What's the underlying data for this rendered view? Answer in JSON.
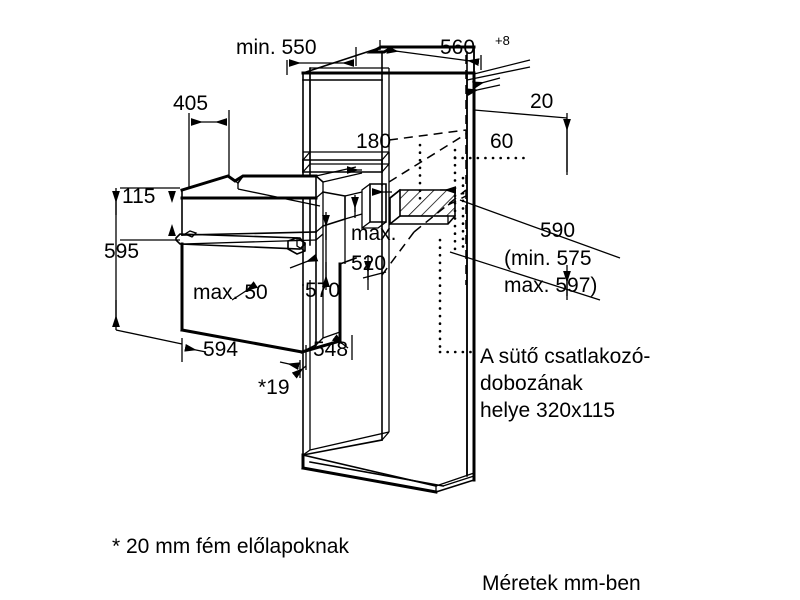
{
  "drawing": {
    "title": "Built-in oven installation dimension drawing",
    "units_note": "Méretek mm-ben",
    "footnote": "* 20 mm fém előlapoknak",
    "stroke_color": "#000000",
    "background_color": "#ffffff"
  },
  "dimensions": {
    "cabinet_depth_min": "min. 550",
    "cabinet_width": "560",
    "cabinet_width_tolerance": "+8",
    "panel_thickness": "20",
    "shelf_opening": "180",
    "rear_offset": "60",
    "oven_front_offset": "405",
    "control_panel_height": "115",
    "oven_front_height": "595",
    "oven_body_depth": "570",
    "oven_body_width": "594",
    "niche_inner_width": "548",
    "max_gap": "max. 50",
    "max_depth_label": "max.",
    "max_depth_value": "520",
    "niche_height": "590",
    "niche_height_min": "(min. 575",
    "niche_height_max": "max. 597)",
    "front_panel_note": "*19"
  },
  "annotations": {
    "junction_box": {
      "line1": "A sütő csatlakozó-",
      "line2": "dobozának",
      "line3": "helye 320x115"
    },
    "metal_front": "* 20 mm fém előlapoknak",
    "units": "Méretek mm-ben"
  }
}
